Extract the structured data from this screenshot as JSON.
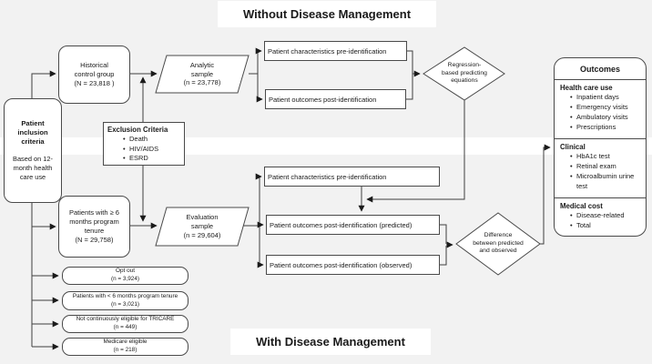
{
  "titles": {
    "top": "Without Disease Management",
    "bottom": "With Disease Management"
  },
  "palette": {
    "background": "#f2f2f2",
    "band": "#ffffff",
    "node_fill": "#ffffff",
    "border": "#4a4a4a",
    "line": "#3f3f3f",
    "text": "#1a1a1a"
  },
  "nodes": {
    "patient_inclusion": {
      "title": "Patient inclusion criteria",
      "subtitle": "Based on 12-month health care use"
    },
    "historical_group": {
      "lines": [
        "Historical",
        "control group",
        "(N = 23,818 )"
      ]
    },
    "exclusion_criteria": {
      "title": "Exclusion Criteria",
      "items": [
        "Death",
        "HIV/AIDS",
        "ESRD"
      ]
    },
    "analytic_sample": {
      "lines": [
        "Analytic",
        "sample",
        "(n = 23,778)"
      ]
    },
    "patients_tenure": {
      "lines": [
        "Patients with ≥ 6",
        "months program",
        "tenure",
        "(N = 29,758)"
      ]
    },
    "evaluation_sample": {
      "lines": [
        "Evaluation",
        "sample",
        "(n = 29,604)"
      ]
    },
    "top_boxes": {
      "pre_identification": "Patient characteristics pre-identification",
      "post_identification": "Patient outcomes post-identification"
    },
    "regression_diamond": {
      "lines": [
        "Regression-",
        "based predicting",
        "equations"
      ]
    },
    "bottom_boxes": {
      "pre_identification": "Patient characteristics pre-identification",
      "post_predicted": "Patient outcomes post-identification (predicted)",
      "post_observed": "Patient outcomes post-identification (observed)"
    },
    "difference_diamond": {
      "lines": [
        "Difference",
        "between predicted",
        "and observed"
      ]
    },
    "excluded": [
      {
        "label": "Opt out",
        "n": "(n = 3,924)"
      },
      {
        "label": "Patients with < 6 months program tenure",
        "n": "(n = 3,021)"
      },
      {
        "label": "Not continuously eligible for TRICARE",
        "n": "(n = 449)"
      },
      {
        "label": "Medicare eligible",
        "n": "(n = 218)"
      }
    ],
    "outcomes": {
      "title": "Outcomes",
      "sections": [
        {
          "heading": "Health care use",
          "items": [
            "Inpatient days",
            "Emergency visits",
            "Ambulatory visits",
            "Prescriptions"
          ]
        },
        {
          "heading": "Clinical",
          "items": [
            "HbA1c test",
            "Retinal exam",
            "Microalbumin urine test"
          ]
        },
        {
          "heading": "Medical cost",
          "items": [
            "Disease-related",
            "Total"
          ]
        }
      ]
    }
  }
}
